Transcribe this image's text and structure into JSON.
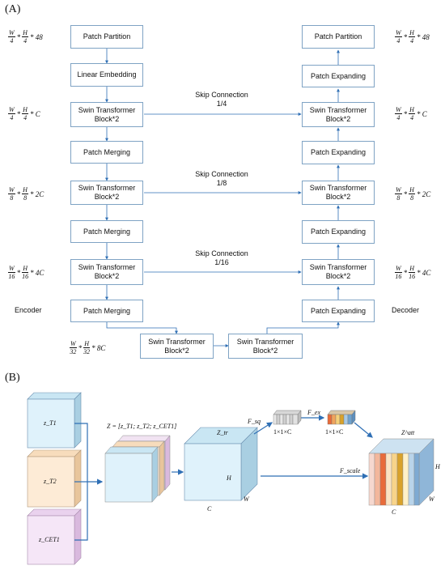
{
  "panel_a": {
    "label": "(A)",
    "encoder_label": "Encoder",
    "decoder_label": "Decoder",
    "boxes": {
      "patch_partition_left": "Patch Partition",
      "linear_embedding": "Linear Embedding",
      "swin_enc_1": "Swin Transformer Block*2",
      "patch_merging_1": "Patch Merging",
      "swin_enc_2": "Swin Transformer Block*2",
      "patch_merging_2": "Patch Merging",
      "swin_enc_3": "Swin Transformer Block*2",
      "patch_merging_3": "Patch Merging",
      "bottleneck_1": "Swin Transformer Block*2",
      "bottleneck_2": "Swin Transformer Block*2",
      "patch_partition_right": "Patch Partition",
      "patch_expanding_1": "Patch Expanding",
      "swin_dec_1": "Swin Transformer Block*2",
      "patch_expanding_2": "Patch Expanding",
      "swin_dec_2": "Swin Transformer Block*2",
      "patch_expanding_3": "Patch Expanding",
      "swin_dec_3": "Swin Transformer Block*2",
      "patch_expanding_4": "Patch Expanding"
    },
    "skips": [
      {
        "line1": "Skip Connection",
        "line2": "1/4"
      },
      {
        "line1": "Skip Connection",
        "line2": "1/8"
      },
      {
        "line1": "Skip Connection",
        "line2": "1/16"
      }
    ],
    "dims": {
      "d1": {
        "w": "W",
        "wd": "4",
        "h": "H",
        "hd": "4",
        "c": "* 48"
      },
      "d2": {
        "w": "W",
        "wd": "4",
        "h": "H",
        "hd": "4",
        "c": "* C"
      },
      "d3": {
        "w": "W",
        "wd": "8",
        "h": "H",
        "hd": "8",
        "c": "* 2C"
      },
      "d4": {
        "w": "W",
        "wd": "16",
        "h": "H",
        "hd": "16",
        "c": "* 4C"
      },
      "d5": {
        "w": "W",
        "wd": "32",
        "h": "H",
        "hd": "32",
        "c": "* 8C"
      }
    },
    "mult": "*"
  },
  "panel_b": {
    "label": "(B)",
    "z1": "z_T1",
    "z2": "z_T2",
    "z3": "z_CET1",
    "concat_eq": "Z = [z_T1; z_T2; z_CET1]",
    "ztr": "Z_tr",
    "h": "H",
    "w": "W",
    "c": "C",
    "fsq": "F_sq",
    "fex": "F_ex",
    "fscale": "F_scale",
    "vec1": "1×1×C",
    "vec2": "1×1×C",
    "zatt": "Z^att",
    "colors": {
      "zt1": "#dff2fb",
      "zt2": "#fdebd6",
      "zcet1": "#f5e6f7",
      "box_border": "#7fa3c4",
      "arrow": "#2f6fb5"
    }
  }
}
